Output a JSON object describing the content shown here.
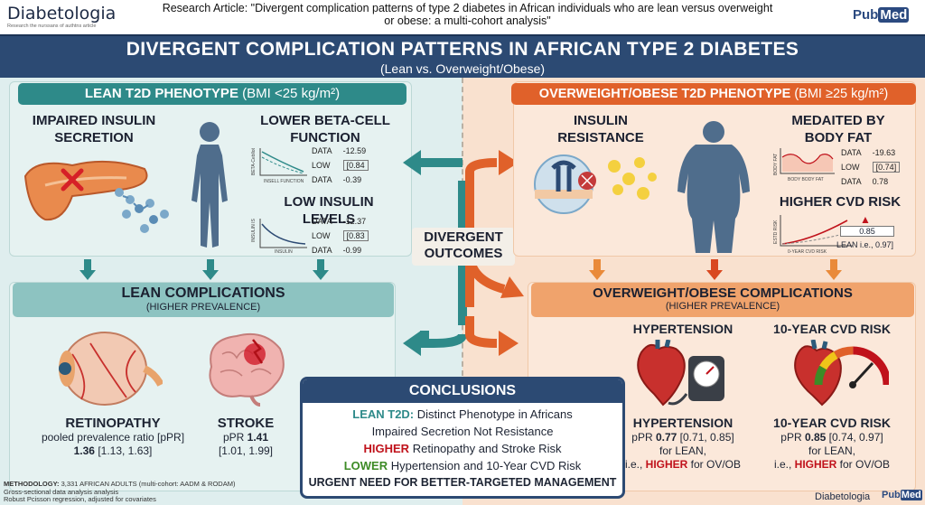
{
  "header": {
    "journal": "Diabetologia",
    "journal_tagline": "Research the nurssans of authtns article",
    "article": "Research Article: \"Divergent complication patterns of type 2 diabetes in African individuals who are lean versus overweight or obese: a multi-cohort analysis\"",
    "pubmed_pre": "Pub",
    "pubmed_box": "Med"
  },
  "banner": {
    "title": "DIVERGENT COMPLICATION PATTERNS IN AFRICAN TYPE 2 DIABETES",
    "subtitle": "(Lean vs. Overweight/Obese)"
  },
  "lean": {
    "title": "LEAN T2D PHENOTYPE",
    "bmi": "(BMI <25 kg/m²)",
    "secretion": "IMPAIRED INSULIN SECRETION",
    "beta": "LOWER BETA-CELL FUNCTION",
    "beta_axis_y": "BETA-Cebllot",
    "beta_axis_x": "INSELL FUNCTION",
    "beta_rows": [
      [
        "DATA",
        "-12.59"
      ],
      [
        "LOW",
        "[0.84"
      ],
      [
        "DATA",
        "-0.39"
      ]
    ],
    "insulin": "LOW INSULIN LEVELS",
    "insulin_axis_y": "INSULIN IS",
    "insulin_axis_x": "INSULIN",
    "insulin_rows": [
      [
        "DATA",
        "-12.37"
      ],
      [
        "LOW",
        "[0.83"
      ],
      [
        "DATA",
        "-0.99"
      ]
    ],
    "complications_title": "LEAN COMPLICATIONS",
    "complications_sub": "(HIGHER PREVALENCE)",
    "retino_title": "RETINOPATHY",
    "retino_line1": "pooled prevalence ratio [pPR]",
    "retino_val": "1.36",
    "retino_ci": "[1.13, 1.63]",
    "stroke_title": "STROKE",
    "stroke_line1": "pPR",
    "stroke_val": "1.41",
    "stroke_ci": "[1.01, 1.99]"
  },
  "center": {
    "label": "DIVERGENT OUTCOMES"
  },
  "obese": {
    "title": "OVERWEIGHT/OBESE T2D PHENOTYPE",
    "bmi": "(BMI ≥25 kg/m²)",
    "resistance": "INSULIN RESISTANCE",
    "fat": "MEDAITED BY BODY FAT",
    "fat_axis_y": "BODY FAT",
    "fat_axis_x": "BODY BODY FAT",
    "fat_rows": [
      [
        "DATA",
        "-19.63"
      ],
      [
        "LOW",
        "[0.74]"
      ],
      [
        "DATA",
        "0.78"
      ]
    ],
    "cvd": "HIGHER CVD RISK",
    "cvd_axis_y": "ESTD RISK",
    "cvd_axis_x": "0-YEAR CVD RISK",
    "cvd_val": "0.85",
    "cvd_note": "LEAN i.e., 0.97]",
    "complications_title": "OVERWEIGHT/OBESE COMPLICATIONS",
    "complications_sub": "(HIGHER PREVALENCE)",
    "htn_head": "HYPERTENSION",
    "cvd_head": "10-YEAR CVD RISK",
    "htn_title": "HYPERTENSION",
    "htn_pre": "pPR",
    "htn_val": "0.77",
    "htn_ci": "[0.71, 0.85]",
    "htn_for": "for LEAN,",
    "htn_ie": "i.e.,",
    "htn_higher": "HIGHER",
    "htn_end": "for OV/OB",
    "cvd_title": "10-YEAR CVD RISK",
    "cvd_pre": "pPR",
    "cvd_val2": "0.85",
    "cvd_ci": "[0.74, 0.97]",
    "cvd_for": "for LEAN,",
    "cvd_ie": "i.e.,",
    "cvd_higher": "HIGHER",
    "cvd_end": "for OV/OB"
  },
  "conclusions": {
    "title": "CONCLUSIONS",
    "l1a": "LEAN T2D:",
    "l1b": "Distinct Phenotype in Africans",
    "l2": "Impaired Secretion Not Resistance",
    "l3a": "HIGHER",
    "l3b": "Retinopathy and Stroke Risk",
    "l4a": "LOWER",
    "l4b": "Hypertension and 10-Year CVD Risk",
    "l5": "URGENT NEED FOR BETTER-TARGETED MANAGEMENT"
  },
  "footer": {
    "m1a": "METHODOLOGY:",
    "m1b": "3,331 AFRICAN ADULTS (multi-cohort: AADM & RODAM)",
    "m2": "Gross-sectional data analysis analysis",
    "m3": "Robust Pcisson regression, adjusted for covariates",
    "journal": "Diabetologia",
    "pubmed_pre": "Pub",
    "pubmed_box": "Med"
  },
  "colors": {
    "navy": "#2c4a73",
    "teal": "#2e8a89",
    "orange": "#e0612a",
    "red": "#c0121b",
    "green": "#3d8b26"
  }
}
